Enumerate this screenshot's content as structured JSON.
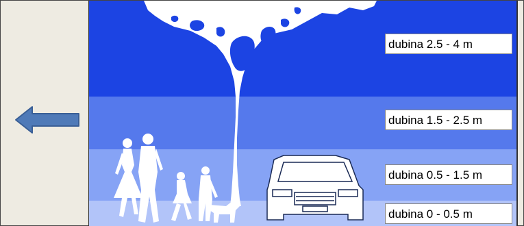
{
  "navigation": {
    "back_icon": "left-arrow-icon",
    "arrow_color": "#4f7ab8"
  },
  "zones": [
    {
      "label": "dubina 2.5 - 4 m",
      "color": "#1c44e3"
    },
    {
      "label": "dubina 1.5 - 2.5 m",
      "color": "#5579ec"
    },
    {
      "label": "dubina 0.5 - 1.5 m",
      "color": "#86a3f5"
    },
    {
      "label": "dubina 0 - 0.5 m",
      "color": "#b2c4f9"
    }
  ],
  "silhouettes": [
    "tree",
    "woman",
    "man",
    "girl",
    "boy",
    "dog",
    "car"
  ]
}
